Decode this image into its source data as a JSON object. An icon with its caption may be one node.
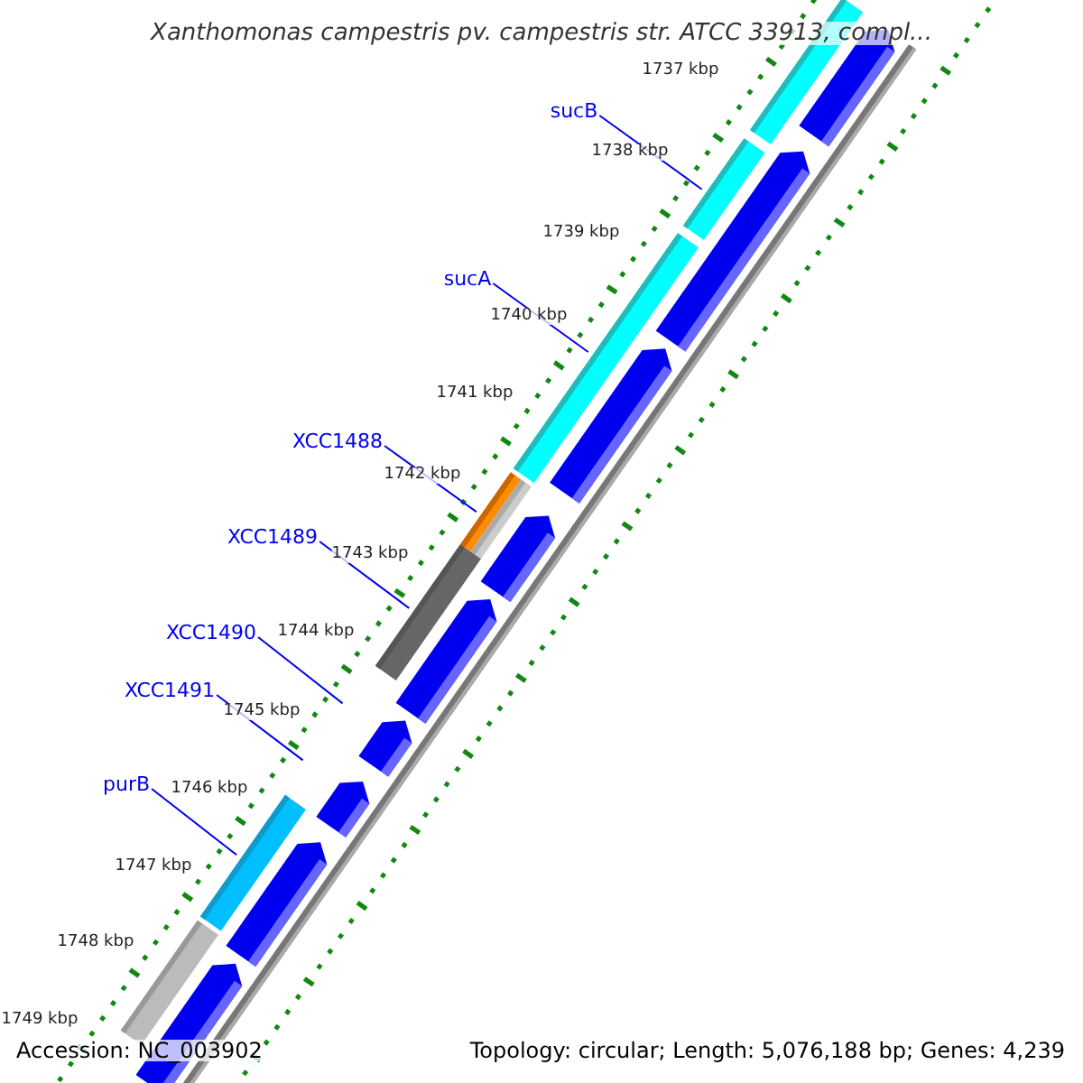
{
  "diagram": {
    "title": "Xanthomonas campestris pv. campestris str. ATCC 33913, compl...",
    "nodes": [
      {
        "text": [
          "sucB"
        ]
      },
      {
        "text": [
          "sucA"
        ]
      },
      {
        "text": [
          "XCC1488"
        ]
      },
      {
        "text": [
          "XCC1489"
        ]
      },
      {
        "text": [
          "XCC1490"
        ]
      },
      {
        "text": [
          "XCC1491"
        ]
      },
      {
        "text": [
          "purB"
        ]
      }
    ],
    "edges": [
      {
        "from": 0,
        "to": null,
        "arrow": "none"
      },
      {
        "from": 1,
        "to": null,
        "arrow": "none"
      },
      {
        "from": 2,
        "to": null,
        "arrow": "none"
      },
      {
        "from": 3,
        "to": null,
        "arrow": "none"
      },
      {
        "from": 4,
        "to": null,
        "arrow": "none"
      },
      {
        "from": 5,
        "to": null,
        "arrow": "none"
      },
      {
        "from": 6,
        "to": null,
        "arrow": "none"
      }
    ],
    "labels": [
      "1737 kbp",
      "1738 kbp",
      "1739 kbp",
      "1740 kbp",
      "1741 kbp",
      "1742 kbp",
      "1743 kbp",
      "1744 kbp",
      "1745 kbp",
      "1746 kbp",
      "1747 kbp",
      "1748 kbp",
      "1749 kbp",
      "Accession: NC_003902",
      "Topology: circular; Length: 5,076,188 bp; Genes: 4,239"
    ]
  }
}
